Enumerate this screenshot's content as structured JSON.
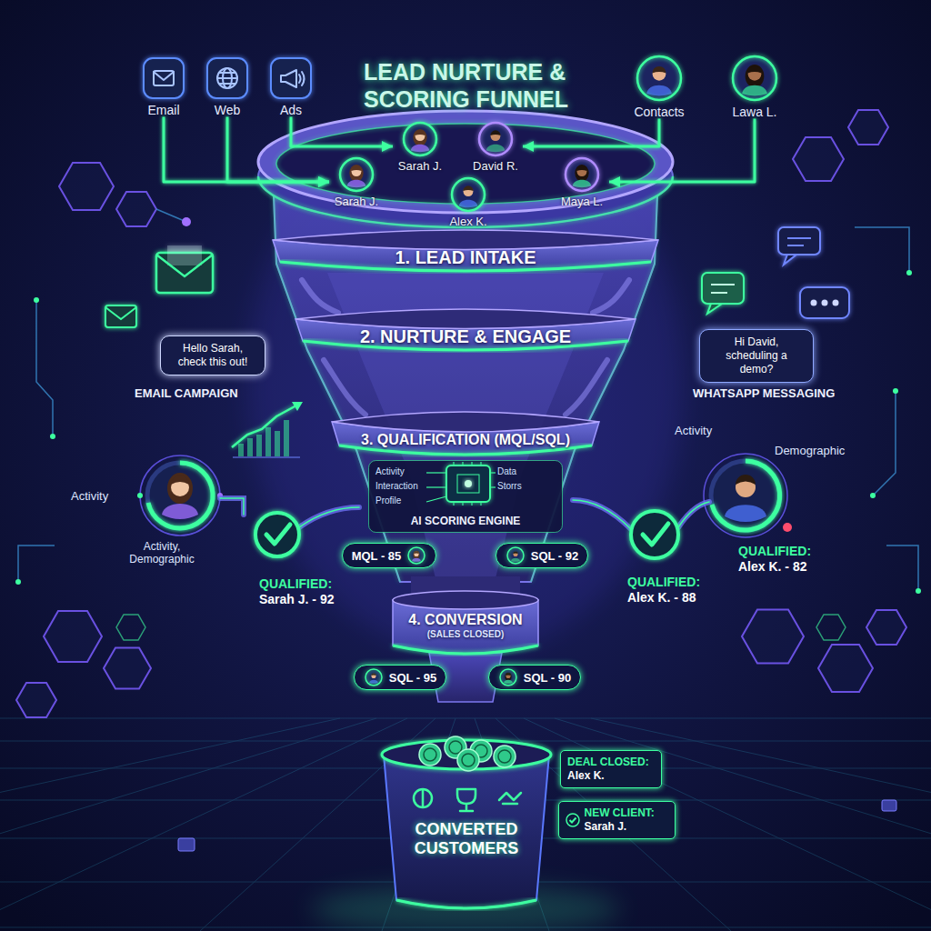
{
  "diagram": {
    "title": "LEAD NURTURE & SCORING FUNNEL",
    "nodes": [
      {
        "text": [
          "Email"
        ]
      },
      {
        "text": [
          "Web"
        ]
      },
      {
        "text": [
          "Ads"
        ]
      },
      {
        "text": [
          "Contacts"
        ]
      },
      {
        "text": [
          "Lawa L."
        ]
      },
      {
        "text": [
          "Sarah J."
        ]
      },
      {
        "text": [
          "David R."
        ]
      },
      {
        "text": [
          "Sarah J."
        ]
      },
      {
        "text": [
          "Alex K."
        ]
      },
      {
        "text": [
          "Maya L."
        ]
      },
      {
        "text": [
          "1. LEAD INTAKE"
        ]
      },
      {
        "text": [
          "Hello Sarah, check this out!"
        ]
      },
      {
        "text": [
          "2. NURTURE & ENGAGE"
        ]
      },
      {
        "text": [
          "Hi David, scheduling a demo?"
        ]
      },
      {
        "text": [
          "3. QUALIFICATION (MQL/SQL)"
        ]
      },
      {
        "text": [
          "Activity",
          "Interaction",
          "Profile",
          "Data",
          "Storrs",
          "AI SCORING ENGINE"
        ],
        "in": 14
      },
      {
        "text": [
          "MQL - 85"
        ]
      },
      {
        "text": [
          "SQL - 92"
        ]
      },
      {
        "text": [
          "4. CONVERSION",
          "(SALES CLOSED)"
        ]
      },
      {
        "text": [
          "SQL - 95"
        ]
      },
      {
        "text": [
          "SQL - 90"
        ]
      },
      {
        "text": [
          "CONVERTED CUSTOMERS"
        ]
      },
      {
        "text": [
          "DEAL CLOSED: Alex K."
        ]
      },
      {
        "text": [
          "NEW CLIENT: Sarah J."
        ]
      }
    ],
    "edges": [
      {
        "from": 0,
        "to": 7,
        "arrow": "to"
      },
      {
        "from": 1,
        "to": 7,
        "arrow": "to"
      },
      {
        "from": 2,
        "to": 5,
        "arrow": "to"
      },
      {
        "from": 3,
        "to": 6,
        "arrow": "to"
      },
      {
        "from": 4,
        "to": 9,
        "arrow": "to"
      },
      {
        "from": 10,
        "to": 12,
        "arrow": "to"
      },
      {
        "from": 11,
        "to": 12,
        "arrow": "both"
      },
      {
        "from": 13,
        "to": 12,
        "arrow": "both"
      },
      {
        "from": 12,
        "to": 14,
        "arrow": "to"
      },
      {
        "from": 14,
        "to": 18,
        "arrow": "to"
      },
      {
        "from": 18,
        "to": 21,
        "arrow": "to"
      }
    ],
    "labels": [
      "EMAIL CAMPAIGN",
      "WHATSAPP MESSAGING",
      "Activity",
      "Activity, Demographic",
      "QUALIFIED: Sarah J. - 92",
      "Activity",
      "Demographic",
      "QUALIFIED: Alex K. - 82",
      "QUALIFIED: Alex K. - 88"
    ]
  }
}
